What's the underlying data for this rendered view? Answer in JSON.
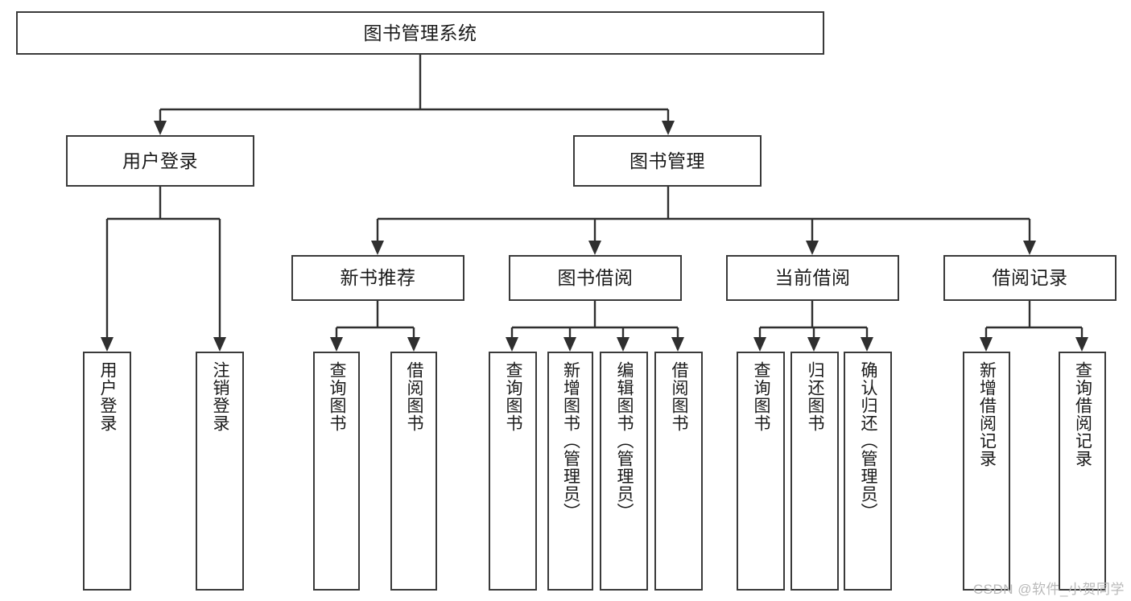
{
  "diagram": {
    "title": "图书管理系统",
    "type": "hierarchy-tree",
    "root": {
      "label": "图书管理系统"
    },
    "level2": [
      {
        "label": "用户登录"
      },
      {
        "label": "图书管理"
      }
    ],
    "level3": [
      {
        "label": "新书推荐"
      },
      {
        "label": "图书借阅"
      },
      {
        "label": "当前借阅"
      },
      {
        "label": "借阅记录"
      }
    ],
    "leaves": {
      "user_login": [
        {
          "label": "用户登录"
        },
        {
          "label": "注销登录"
        }
      ],
      "new_book_recommend": [
        {
          "label": "查询图书"
        },
        {
          "label": "借阅图书"
        }
      ],
      "book_borrow": [
        {
          "label": "查询图书"
        },
        {
          "label": "新增图书（管理员）"
        },
        {
          "label": "编辑图书（管理员）"
        },
        {
          "label": "借阅图书"
        }
      ],
      "current_borrow": [
        {
          "label": "查询图书"
        },
        {
          "label": "归还图书"
        },
        {
          "label": "确认归还（管理员）"
        }
      ],
      "borrow_record": [
        {
          "label": "新增借阅记录"
        },
        {
          "label": "查询借阅记录"
        }
      ]
    },
    "watermark": "CSDN @软件_小贺同学",
    "colors": {
      "stroke": "#2f2f2f",
      "box_border": "#3a3a3a",
      "background": "#ffffff",
      "text": "#1a1a1a",
      "watermark": "#b9b9b9"
    }
  }
}
